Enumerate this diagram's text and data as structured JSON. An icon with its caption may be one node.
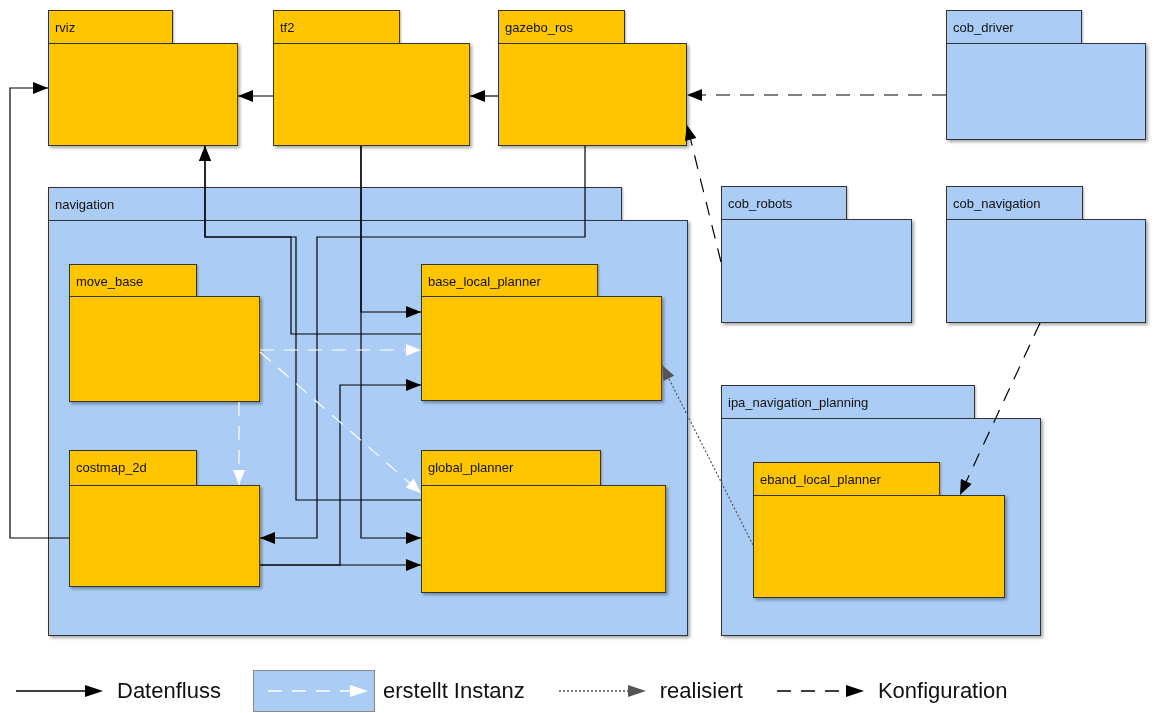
{
  "diagram": {
    "nodes": [
      {
        "text": [
          "rviz"
        ]
      },
      {
        "text": [
          "tf2"
        ]
      },
      {
        "text": [
          "gazebo_ros"
        ]
      },
      {
        "text": [
          "cob_driver"
        ]
      },
      {
        "text": [
          "navigation"
        ]
      },
      {
        "text": [
          "move_base"
        ],
        "in": 4
      },
      {
        "text": [
          "base_local_planner"
        ],
        "in": 4
      },
      {
        "text": [
          "costmap_2d"
        ],
        "in": 4
      },
      {
        "text": [
          "global_planner"
        ],
        "in": 4
      },
      {
        "text": [
          "cob_robots"
        ]
      },
      {
        "text": [
          "cob_navigation"
        ]
      },
      {
        "text": [
          "ipa_navigation_planning"
        ]
      },
      {
        "text": [
          "eband_local_planner"
        ],
        "in": 11
      }
    ],
    "edges": [
      {
        "from": 1,
        "to": 0,
        "arrow": "to"
      },
      {
        "from": 2,
        "to": 1,
        "arrow": "to"
      },
      {
        "from": 3,
        "to": 2,
        "arrow": "to",
        "style": "dashed"
      },
      {
        "from": 9,
        "to": 2,
        "arrow": "to",
        "style": "dashed"
      },
      {
        "from": 7,
        "to": 0,
        "arrow": "to"
      },
      {
        "from": 6,
        "to": 0,
        "arrow": "to"
      },
      {
        "from": 8,
        "to": 0,
        "arrow": "to"
      },
      {
        "from": 2,
        "to": 7,
        "arrow": "to"
      },
      {
        "from": 1,
        "to": 6,
        "arrow": "to"
      },
      {
        "from": 1,
        "to": 8,
        "arrow": "to"
      },
      {
        "from": 7,
        "to": 8,
        "arrow": "to"
      },
      {
        "from": 7,
        "to": 6,
        "arrow": "to"
      },
      {
        "from": 5,
        "to": 6,
        "arrow": "to",
        "style": "dashed",
        "color": "#ffffff"
      },
      {
        "from": 5,
        "to": 7,
        "arrow": "to",
        "style": "dashed",
        "color": "#ffffff"
      },
      {
        "from": 5,
        "to": 8,
        "arrow": "to",
        "style": "dashed",
        "color": "#ffffff"
      },
      {
        "from": 12,
        "to": 6,
        "arrow": "to",
        "style": "dashed",
        "color": "#555555"
      },
      {
        "from": 10,
        "to": 12,
        "arrow": "to",
        "style": "dashed"
      }
    ],
    "legend": [
      {
        "text": "Datenfluss"
      },
      {
        "text": "erstellt Instanz"
      },
      {
        "text": "realisiert"
      },
      {
        "text": "Konfiguration"
      }
    ]
  }
}
